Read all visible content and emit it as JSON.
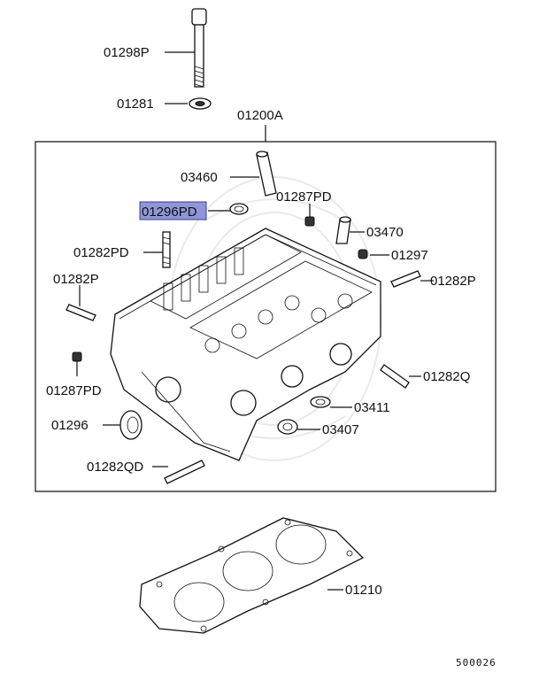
{
  "diagram": {
    "labels": {
      "part_01298P": "01298P",
      "part_01281": "01281",
      "part_01200A": "01200A",
      "part_03460": "03460",
      "part_01287PD_top": "01287PD",
      "part_01296PD": "01296PD",
      "part_03470": "03470",
      "part_01282PD": "01282PD",
      "part_01297": "01297",
      "part_01282P_left": "01282P",
      "part_01282P_right": "01282P",
      "part_01282Q": "01282Q",
      "part_01287PD_left": "01287PD",
      "part_03411": "03411",
      "part_01296": "01296",
      "part_03407": "03407",
      "part_01282QD": "01282QD",
      "part_01210": "01210"
    },
    "highlighted_part": "01296PD",
    "highlight_color": "#8f96d8",
    "figure_number": "500026"
  }
}
